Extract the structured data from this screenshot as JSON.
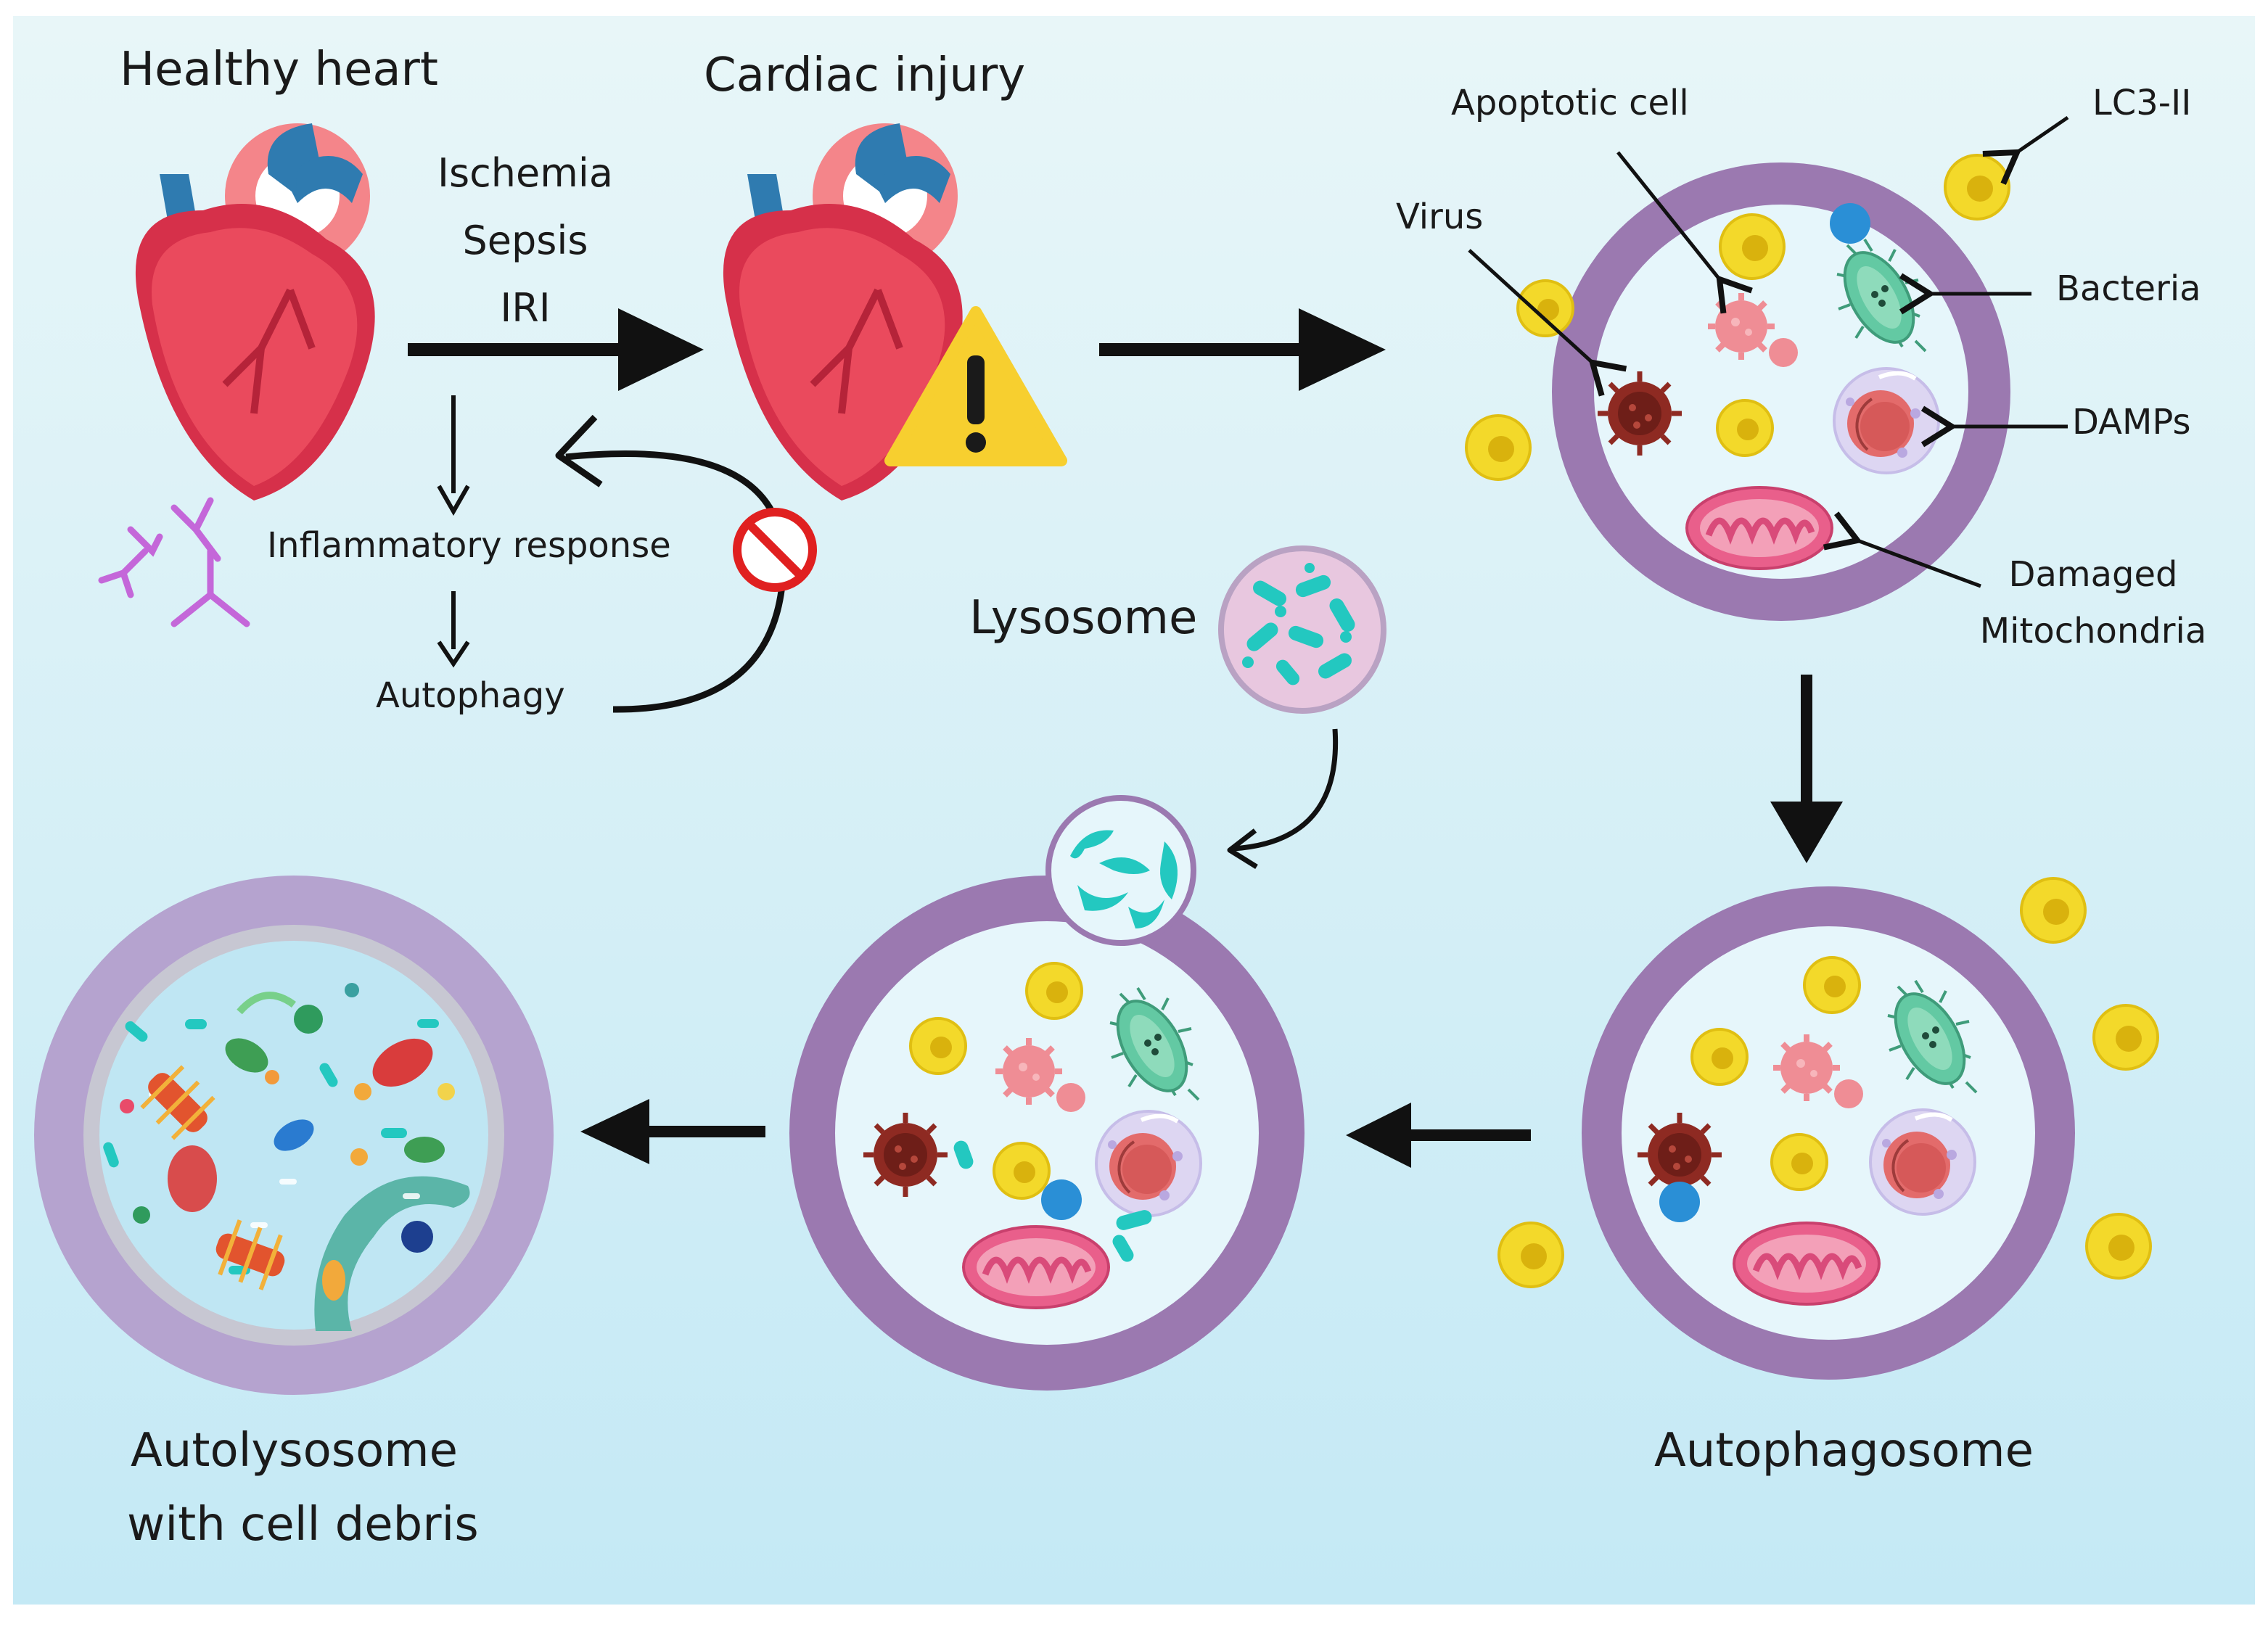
{
  "labels": {
    "healthy_heart": "Healthy heart",
    "cardiac_injury": "Cardiac injury",
    "ischemia": "Ischemia",
    "sepsis": "Sepsis",
    "iri": "IRI",
    "inflammatory_response": "Inflammatory response",
    "autophagy": "Autophagy",
    "lysosome": "Lysosome",
    "apoptotic_cell": "Apoptotic cell",
    "virus": "Virus",
    "lc3": "LC3-II",
    "bacteria": "Bacteria",
    "damps": "DAMPs",
    "damaged": "Damaged",
    "mitochondria": "Mitochondria",
    "autophagosome": "Autophagosome",
    "autolysosome_1": "Autolysosome",
    "autolysosome_2": "with cell debris"
  },
  "colors": {
    "background_top": "#e8f6f8",
    "background_bottom": "#c4e9f5",
    "membrane": "#9b79b0",
    "lumen": "#e6f6fb",
    "lc3": "#f3d92a",
    "heart": "#e8384f",
    "vessel": "#2f7bb0",
    "warning": "#f7cf2f",
    "inhibit": "#e02020",
    "lysosome_fill": "#e8c7df",
    "enzyme": "#23c8c0",
    "mitochondria": "#e95f8b",
    "bacteria": "#63c9a3",
    "virus": "#8e2a22"
  }
}
